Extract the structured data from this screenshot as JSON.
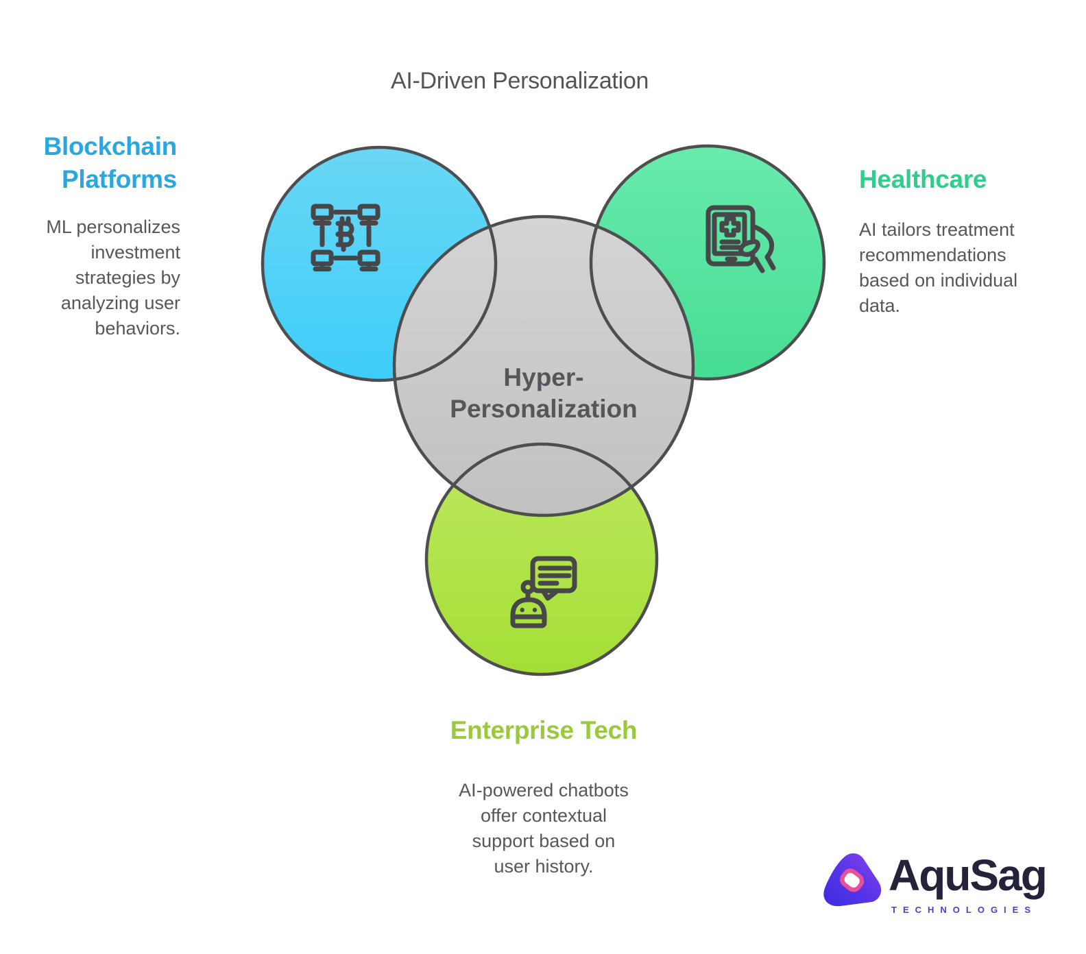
{
  "title": "AI-Driven Personalization",
  "venn": {
    "center_label": "Hyper-\nPersonalization",
    "outline_color": "#4e4e51",
    "circle_fills": {
      "blockchain": [
        "#6ad7f4",
        "#3ecdfa"
      ],
      "healthcare": [
        "#69eaae",
        "#46dd92"
      ],
      "enterprise": [
        "#bce95f",
        "#a5de36"
      ],
      "center": [
        "#d4d4d4",
        "#c1c1c2"
      ]
    }
  },
  "sections": {
    "blockchain": {
      "heading": "Blockchain\nPlatforms",
      "description": "ML personalizes\ninvestment\nstrategies by\nanalyzing user\nbehaviors.",
      "accent": "#2aa7e0",
      "icon": "blockchain-network-icon"
    },
    "healthcare": {
      "heading": "Healthcare",
      "description": "AI tailors treatment\nrecommendations\nbased on individual\ndata.",
      "accent": "#30cd8c",
      "icon": "medical-tablet-icon"
    },
    "enterprise": {
      "heading": "Enterprise Tech",
      "description": "AI-powered chatbots\noffer contextual\nsupport based on\nuser history.",
      "accent": "#9aca3b",
      "icon": "chatbot-icon"
    }
  },
  "brand": {
    "name": "AquSag",
    "tagline": "TECHNOLOGIES",
    "name_color": "#232339",
    "tagline_color": "#4340d8"
  }
}
